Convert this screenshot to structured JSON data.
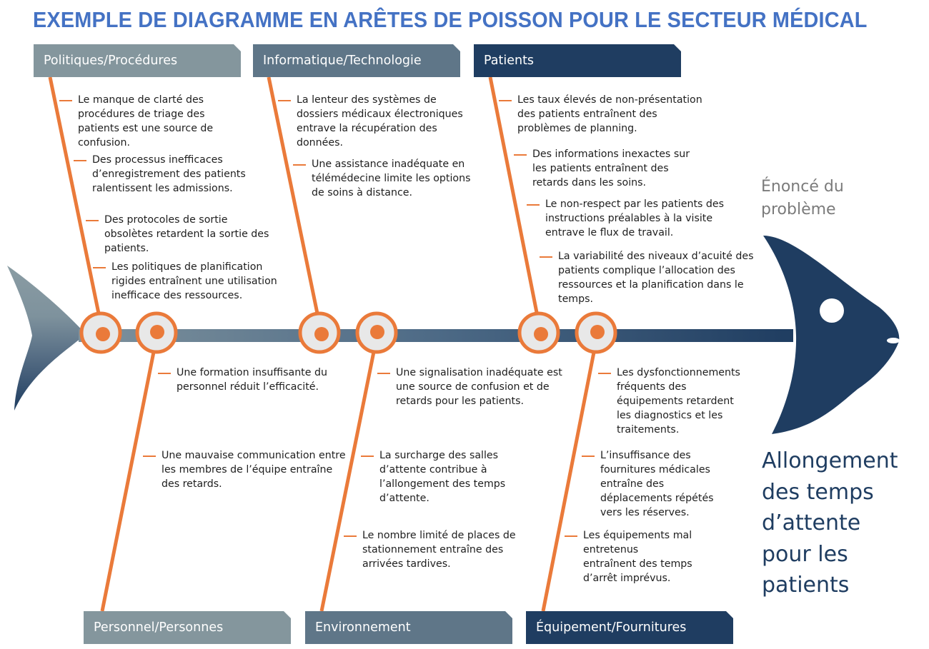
{
  "title": "EXEMPLE DE DIAGRAMME EN ARÊTES DE POISSON POUR LE SECTEUR MÉDICAL",
  "colors": {
    "title": "#4472c4",
    "bone": "#ea7a3a",
    "node_fill": "#e8e8e8",
    "head": "#1f3d61",
    "category_light": "#84969d",
    "category_mid": "#5f7688",
    "category_dark": "#1f3d61",
    "problem_label": "#7b7b7b",
    "problem_text": "#1f3d61"
  },
  "problem": {
    "label": "Énoncé du problème",
    "label_lines": [
      "Énoncé du",
      "problème"
    ],
    "statement": "Allongement des temps d’attente pour les patients",
    "statement_lines": [
      "Allongement",
      "des temps",
      "d’attente",
      "pour les",
      "patients"
    ]
  },
  "categories": {
    "top": [
      {
        "label": "Politiques/Procédures",
        "causes": [
          "Le manque de clarté des procédures de triage des patients est une source de confusion.",
          "Des processus inefficaces d’enregistrement des patients ralentissent les admissions.",
          "Des protocoles de sortie obsolètes retardent la sortie des patients.",
          "Les politiques de planification rigides entraînent une utilisation inefficace des ressources."
        ]
      },
      {
        "label": "Informatique/Technologie",
        "causes": [
          "La lenteur des systèmes de dossiers médicaux électroniques entrave la récupération des données.",
          "Une assistance inadéquate en télémédecine limite les options de soins à distance."
        ]
      },
      {
        "label": "Patients",
        "causes": [
          "Les taux élevés de non-présentation des patients entraînent des problèmes de planning.",
          "Des informations inexactes sur les patients entraînent des retards dans les soins.",
          "Le non-respect par les patients des instructions préalables à la visite entrave le flux de travail.",
          "La variabilité des niveaux d’acuité des patients complique l’allocation des ressources et la planification dans le temps."
        ]
      }
    ],
    "bottom": [
      {
        "label": "Personnel/Personnes",
        "causes": [
          "Une formation insuffisante du personnel réduit l’efficacité.",
          "Une mauvaise communication entre les membres de l’équipe entraîne des retards."
        ]
      },
      {
        "label": "Environnement",
        "causes": [
          "Une signalisation inadéquate est une source de confusion et de retards pour les patients.",
          "La surcharge des salles d’attente contribue à l’allongement des temps d’attente.",
          "Le nombre limité de places de stationnement entraîne des arrivées tardives."
        ]
      },
      {
        "label": "Équipement/Fournitures",
        "causes": [
          "Les dysfonctionnements fréquents des équipements retardent les diagnostics et les traitements.",
          "L’insuffisance des fournitures médicales entraîne des déplacements répétés vers les réserves.",
          "Les équipements mal entretenus entraînent des temps d’arrêt imprévus."
        ]
      }
    ]
  }
}
